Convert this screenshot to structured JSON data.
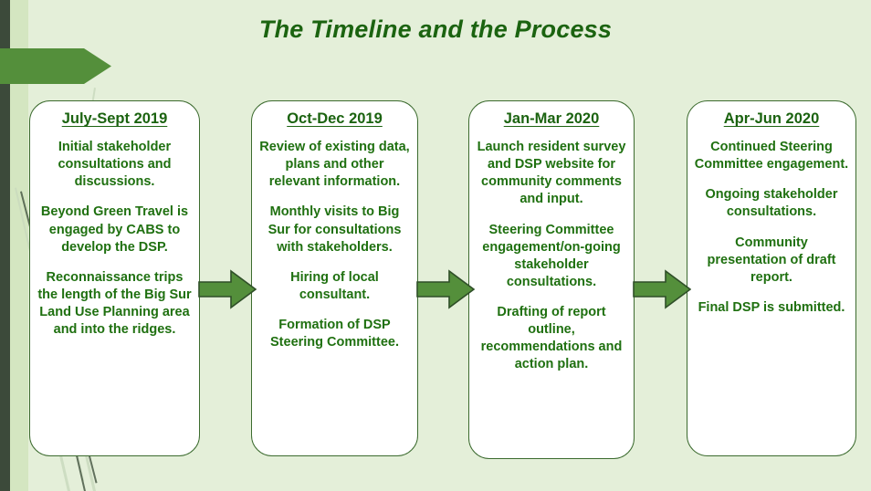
{
  "slide": {
    "title": "The Timeline and the Process",
    "background_color": "#e4efd9",
    "accent_color": "#548f3b",
    "text_color": "#1f7010",
    "card_background": "#ffffff",
    "card_border_color": "#3c6b2f"
  },
  "timeline": {
    "cards": [
      {
        "title": "July-Sept 2019",
        "paragraphs": [
          "Initial stakeholder consultations and discussions.",
          "Beyond Green Travel is engaged by CABS to develop the DSP.",
          "Reconnaissance trips the length of the Big Sur Land Use Planning area and into the ridges."
        ]
      },
      {
        "title": "Oct-Dec 2019",
        "paragraphs": [
          "Review of existing data, plans and other relevant information.",
          "Monthly visits to Big Sur for consultations with stakeholders.",
          "Hiring of local consultant.",
          "Formation of DSP Steering Committee."
        ]
      },
      {
        "title": "Jan-Mar 2020",
        "paragraphs": [
          "Launch resident survey and DSP website for community comments and input.",
          "Steering Committee engagement/on-going stakeholder consultations.",
          "Drafting of report outline, recommendations and action plan."
        ]
      },
      {
        "title": "Apr-Jun 2020",
        "paragraphs": [
          "Continued Steering Committee engagement.",
          "Ongoing stakeholder consultations.",
          "Community presentation of draft report.",
          "Final DSP is submitted."
        ]
      }
    ],
    "connector_icon": "right-arrow-icon",
    "connector_count": 3
  },
  "decorations": {
    "banner_icon": "banner-arrow-shape",
    "left_bar_icon": "vertical-bar-shape",
    "diagonal_lines_icon": "diagonal-lines-shape"
  }
}
